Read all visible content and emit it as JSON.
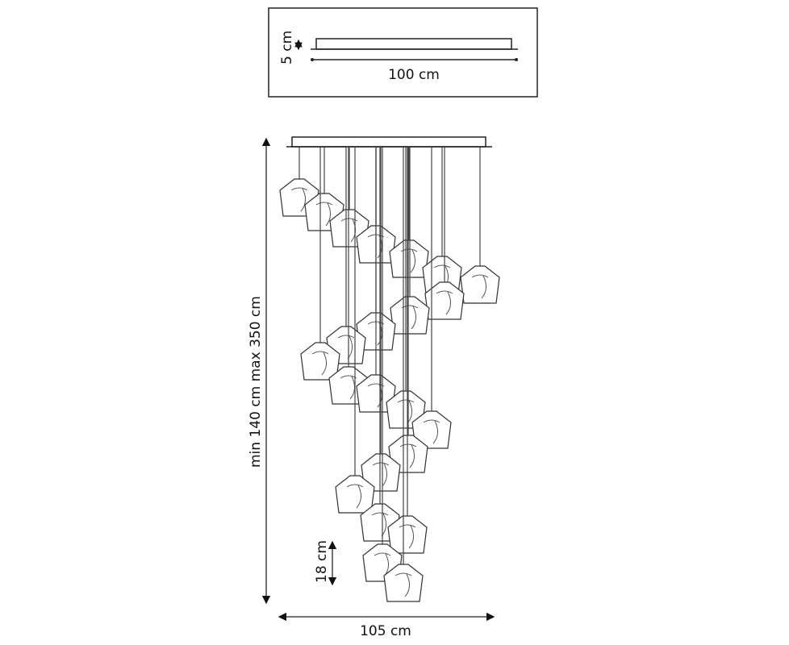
{
  "top_view": {
    "height_label": "5 cm",
    "width_label": "100 cm"
  },
  "front_view": {
    "drop_label": "min 140 cm max 350 cm",
    "shade_height_label": "18 cm",
    "overall_width_label": "105 cm"
  }
}
